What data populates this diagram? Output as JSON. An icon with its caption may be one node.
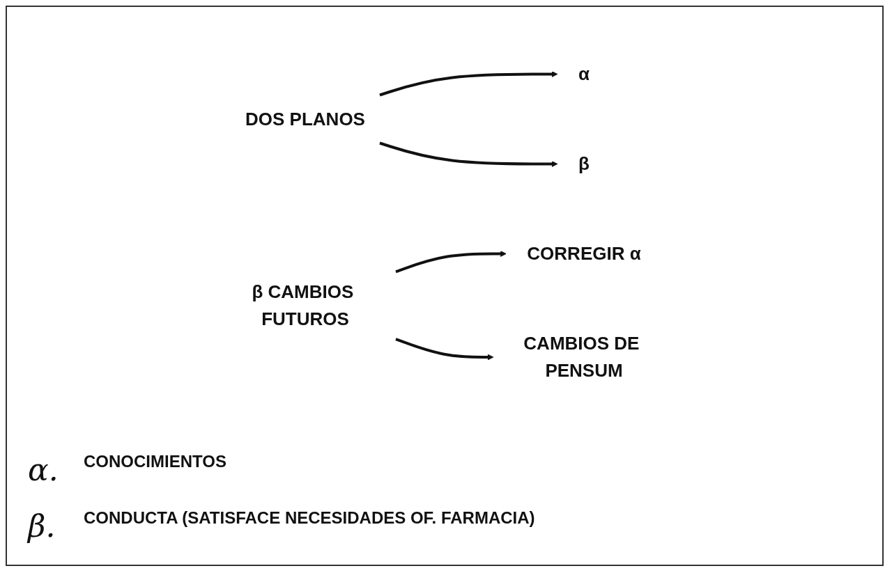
{
  "diagram": {
    "nodes": [
      {
        "text": [
          "DOS PLANOS"
        ]
      },
      {
        "text": [
          "α"
        ]
      },
      {
        "text": [
          "β"
        ]
      },
      {
        "text": [
          "β CAMBIOS FUTUROS"
        ]
      },
      {
        "text": [
          "CORREGIR α"
        ]
      },
      {
        "text": [
          "CAMBIOS DE PENSUM"
        ]
      }
    ],
    "edges": [
      {
        "from": 0,
        "to": 1,
        "arrow": "to"
      },
      {
        "from": 0,
        "to": 2,
        "arrow": "to"
      },
      {
        "from": 3,
        "to": 4,
        "arrow": "to"
      },
      {
        "from": 3,
        "to": 5,
        "arrow": "to"
      }
    ],
    "labels": [
      "α.",
      "CONOCIMIENTOS",
      "β.",
      "CONDUCTA (SATISFACE NECESIDADES OF. FARMACIA)"
    ]
  }
}
